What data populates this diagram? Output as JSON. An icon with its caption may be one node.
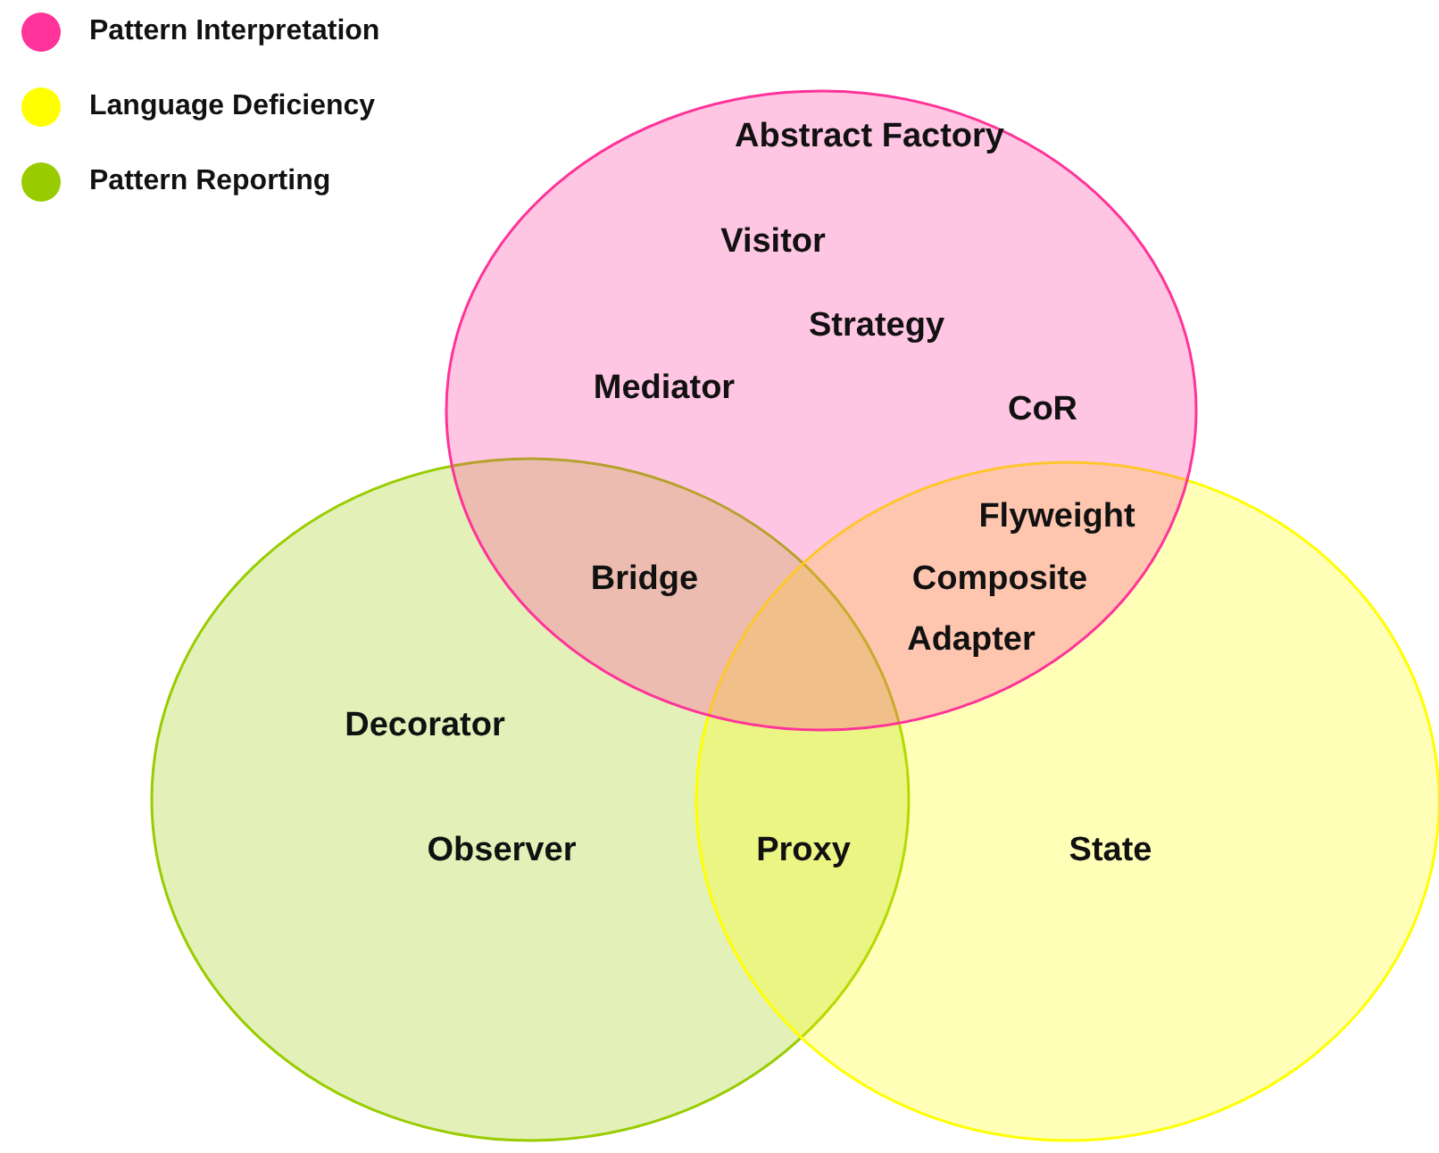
{
  "diagram": {
    "labels": [
      "Abstract Factory",
      "Visitor",
      "Strategy",
      "Mediator",
      "CoR",
      "Flyweight",
      "Bridge",
      "Composite",
      "Adapter",
      "Decorator",
      "Observer",
      "Proxy",
      "State"
    ],
    "legend": [
      {
        "text": "Pattern Interpretation",
        "color": "#ff3399"
      },
      {
        "text": "Language Deficiency",
        "color": "#ffff00"
      },
      {
        "text": "Pattern Reporting",
        "color": "#99cc00"
      }
    ]
  }
}
